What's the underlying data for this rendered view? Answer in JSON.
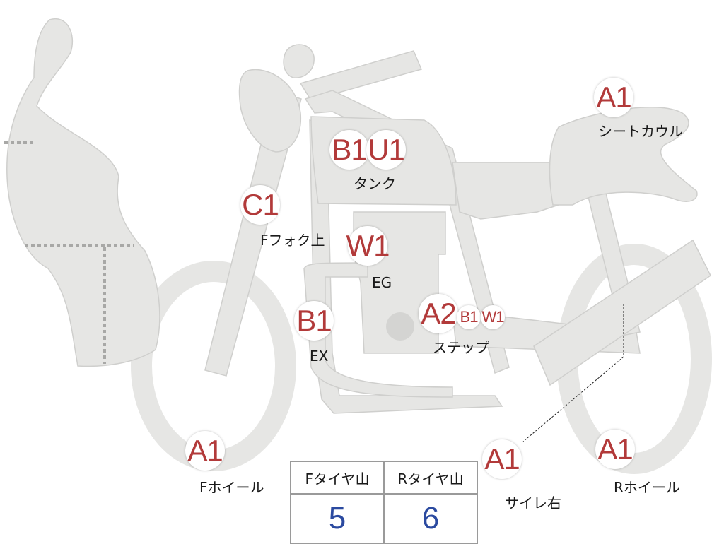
{
  "badges": [
    {
      "name": "badge-seat-cowl",
      "code": "A1",
      "label": "シートカウル"
    },
    {
      "name": "badge-tank-b1",
      "code": "B1",
      "label": ""
    },
    {
      "name": "badge-tank-u1",
      "code": "U1",
      "label": "タンク"
    },
    {
      "name": "badge-fork-upper",
      "code": "C1",
      "label": "Fフォク上"
    },
    {
      "name": "badge-engine",
      "code": "W1",
      "label": "EG"
    },
    {
      "name": "badge-exhaust",
      "code": "B1",
      "label": "EX"
    },
    {
      "name": "badge-step-a2",
      "code": "A2",
      "label": ""
    },
    {
      "name": "badge-step-b1",
      "code": "B1",
      "label": ""
    },
    {
      "name": "badge-step-w1",
      "code": "W1",
      "label": "ステップ"
    },
    {
      "name": "badge-front-wheel",
      "code": "A1",
      "label": "Fホイール"
    },
    {
      "name": "badge-silencer-right",
      "code": "A1",
      "label": "サイレ右"
    },
    {
      "name": "badge-rear-wheel",
      "code": "A1",
      "label": "Rホイール"
    }
  ],
  "tire_table": {
    "headers": [
      "Fタイヤ山",
      "Rタイヤ山"
    ],
    "values": [
      "5",
      "6"
    ]
  },
  "colors": {
    "body": "#e6e6e4",
    "outline": "#c9c9c7",
    "badge_code": "#b23a3a",
    "tire_value": "#2b4aa0"
  }
}
